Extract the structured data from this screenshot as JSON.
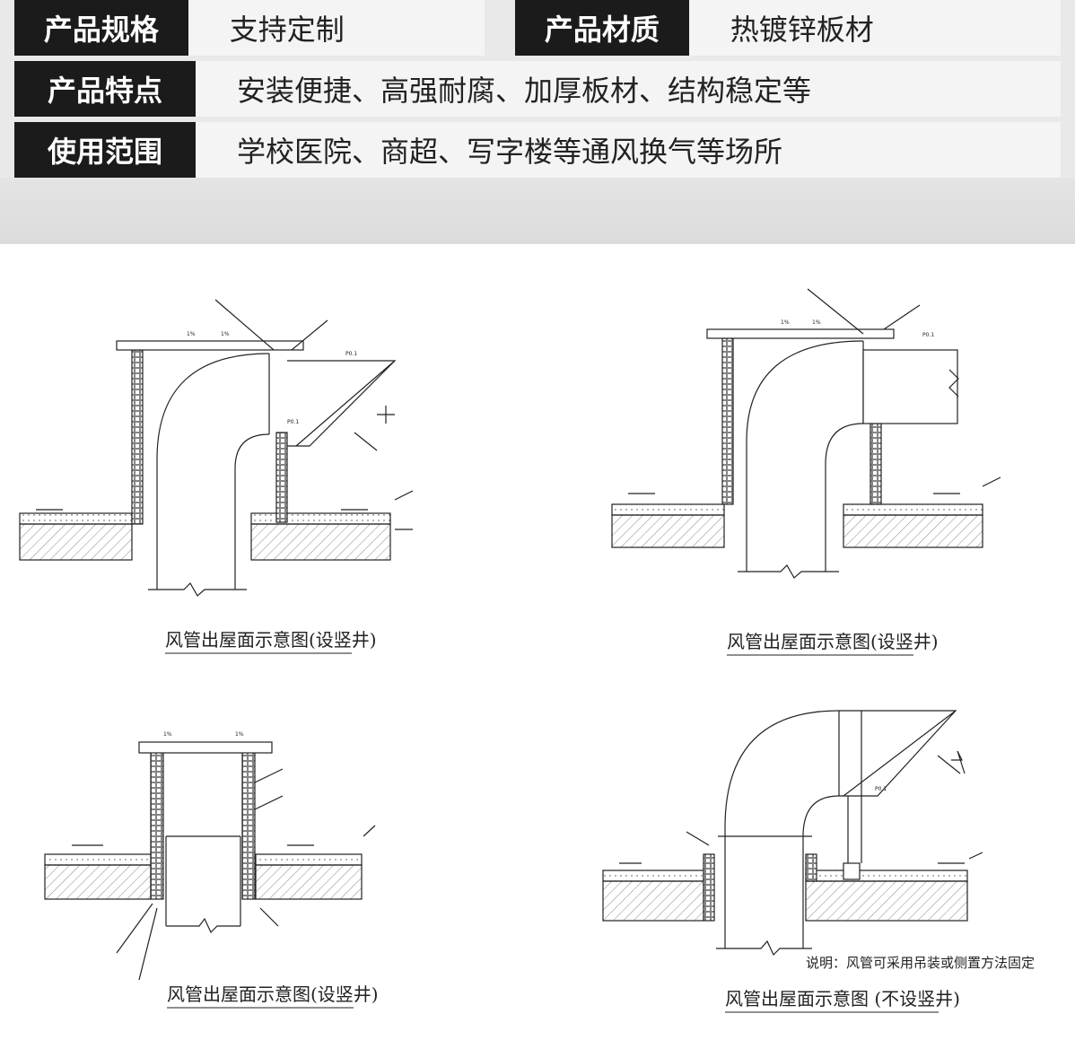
{
  "specs": {
    "row1": {
      "label1": "产品规格",
      "value1": "支持定制",
      "label2": "产品材质",
      "value2": "热镀锌板材"
    },
    "row2": {
      "label": "产品特点",
      "value": "安装便捷、高强耐腐、加厚板材、结构稳定等"
    },
    "row3": {
      "label": "使用范围",
      "value": "学校医院、商超、写字楼等通风换气等场所"
    }
  },
  "diagrams": {
    "d1_caption": "风管出屋面示意图(设竖井)",
    "d2_caption": "风管出屋面示意图(设竖井)",
    "d3_caption": "风管出屋面示意图(设竖井)",
    "d4_caption": "风管出屋面示意图  (不设竖井)",
    "d4_note": "说明：风管可采用吊装或侧置方法固定",
    "slope": "1%",
    "p01": "P0.1"
  }
}
